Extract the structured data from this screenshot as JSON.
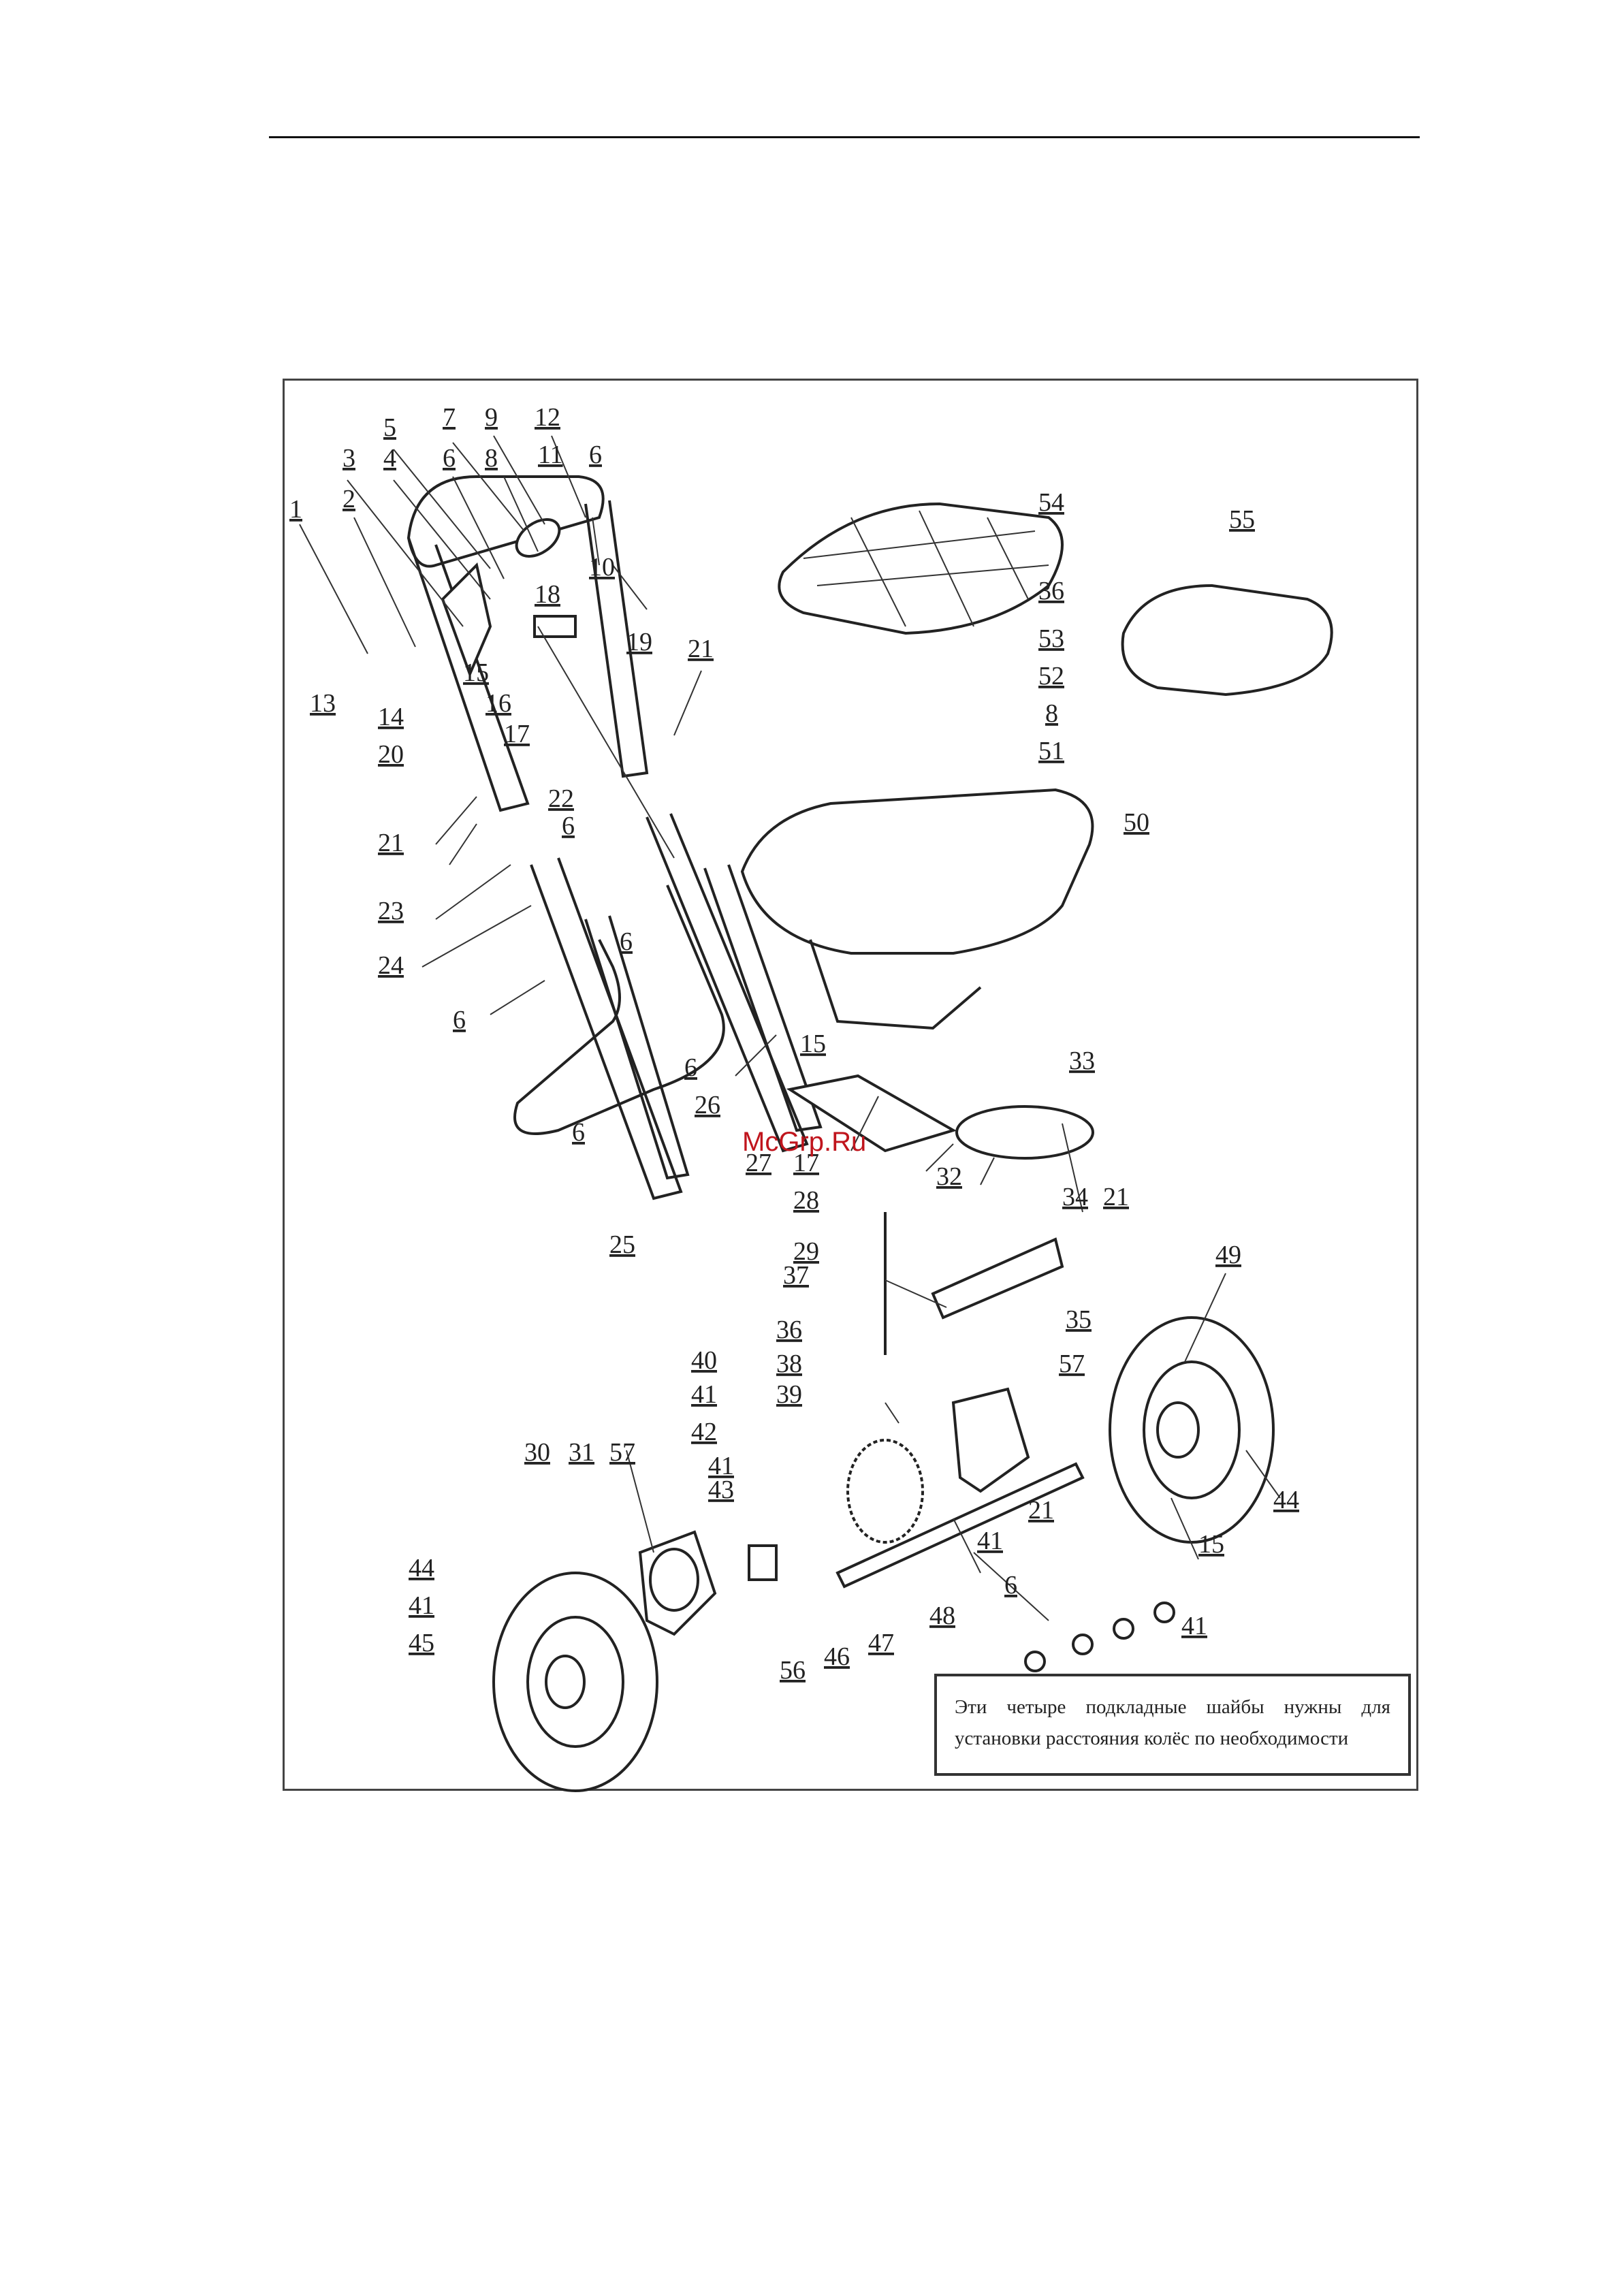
{
  "note": {
    "text": "Эти четыре подкладные шайбы нужны для установки расстояния колёс по необходимости"
  },
  "watermark": "McGrp.Ru",
  "callouts": [
    {
      "n": "1"
    },
    {
      "n": "2"
    },
    {
      "n": "3"
    },
    {
      "n": "4"
    },
    {
      "n": "5"
    },
    {
      "n": "6"
    },
    {
      "n": "7"
    },
    {
      "n": "8"
    },
    {
      "n": "9"
    },
    {
      "n": "12"
    },
    {
      "n": "11"
    },
    {
      "n": "6"
    },
    {
      "n": "10"
    },
    {
      "n": "18"
    },
    {
      "n": "19"
    },
    {
      "n": "13"
    },
    {
      "n": "15"
    },
    {
      "n": "14"
    },
    {
      "n": "16"
    },
    {
      "n": "17"
    },
    {
      "n": "20"
    },
    {
      "n": "21"
    },
    {
      "n": "22"
    },
    {
      "n": "21"
    },
    {
      "n": "6"
    },
    {
      "n": "23"
    },
    {
      "n": "24"
    },
    {
      "n": "6"
    },
    {
      "n": "6"
    },
    {
      "n": "6"
    },
    {
      "n": "26"
    },
    {
      "n": "6"
    },
    {
      "n": "25"
    },
    {
      "n": "15"
    },
    {
      "n": "27"
    },
    {
      "n": "17"
    },
    {
      "n": "28"
    },
    {
      "n": "29"
    },
    {
      "n": "54"
    },
    {
      "n": "55"
    },
    {
      "n": "36"
    },
    {
      "n": "53"
    },
    {
      "n": "52"
    },
    {
      "n": "8"
    },
    {
      "n": "51"
    },
    {
      "n": "50"
    },
    {
      "n": "33"
    },
    {
      "n": "32"
    },
    {
      "n": "34"
    },
    {
      "n": "21"
    },
    {
      "n": "37"
    },
    {
      "n": "49"
    },
    {
      "n": "36"
    },
    {
      "n": "35"
    },
    {
      "n": "38"
    },
    {
      "n": "39"
    },
    {
      "n": "40"
    },
    {
      "n": "57"
    },
    {
      "n": "41"
    },
    {
      "n": "42"
    },
    {
      "n": "41"
    },
    {
      "n": "43"
    },
    {
      "n": "21"
    },
    {
      "n": "41"
    },
    {
      "n": "44"
    },
    {
      "n": "15"
    },
    {
      "n": "30"
    },
    {
      "n": "31"
    },
    {
      "n": "57"
    },
    {
      "n": "6"
    },
    {
      "n": "48"
    },
    {
      "n": "44"
    },
    {
      "n": "41"
    },
    {
      "n": "47"
    },
    {
      "n": "46"
    },
    {
      "n": "56"
    },
    {
      "n": "45"
    },
    {
      "n": "41"
    }
  ]
}
